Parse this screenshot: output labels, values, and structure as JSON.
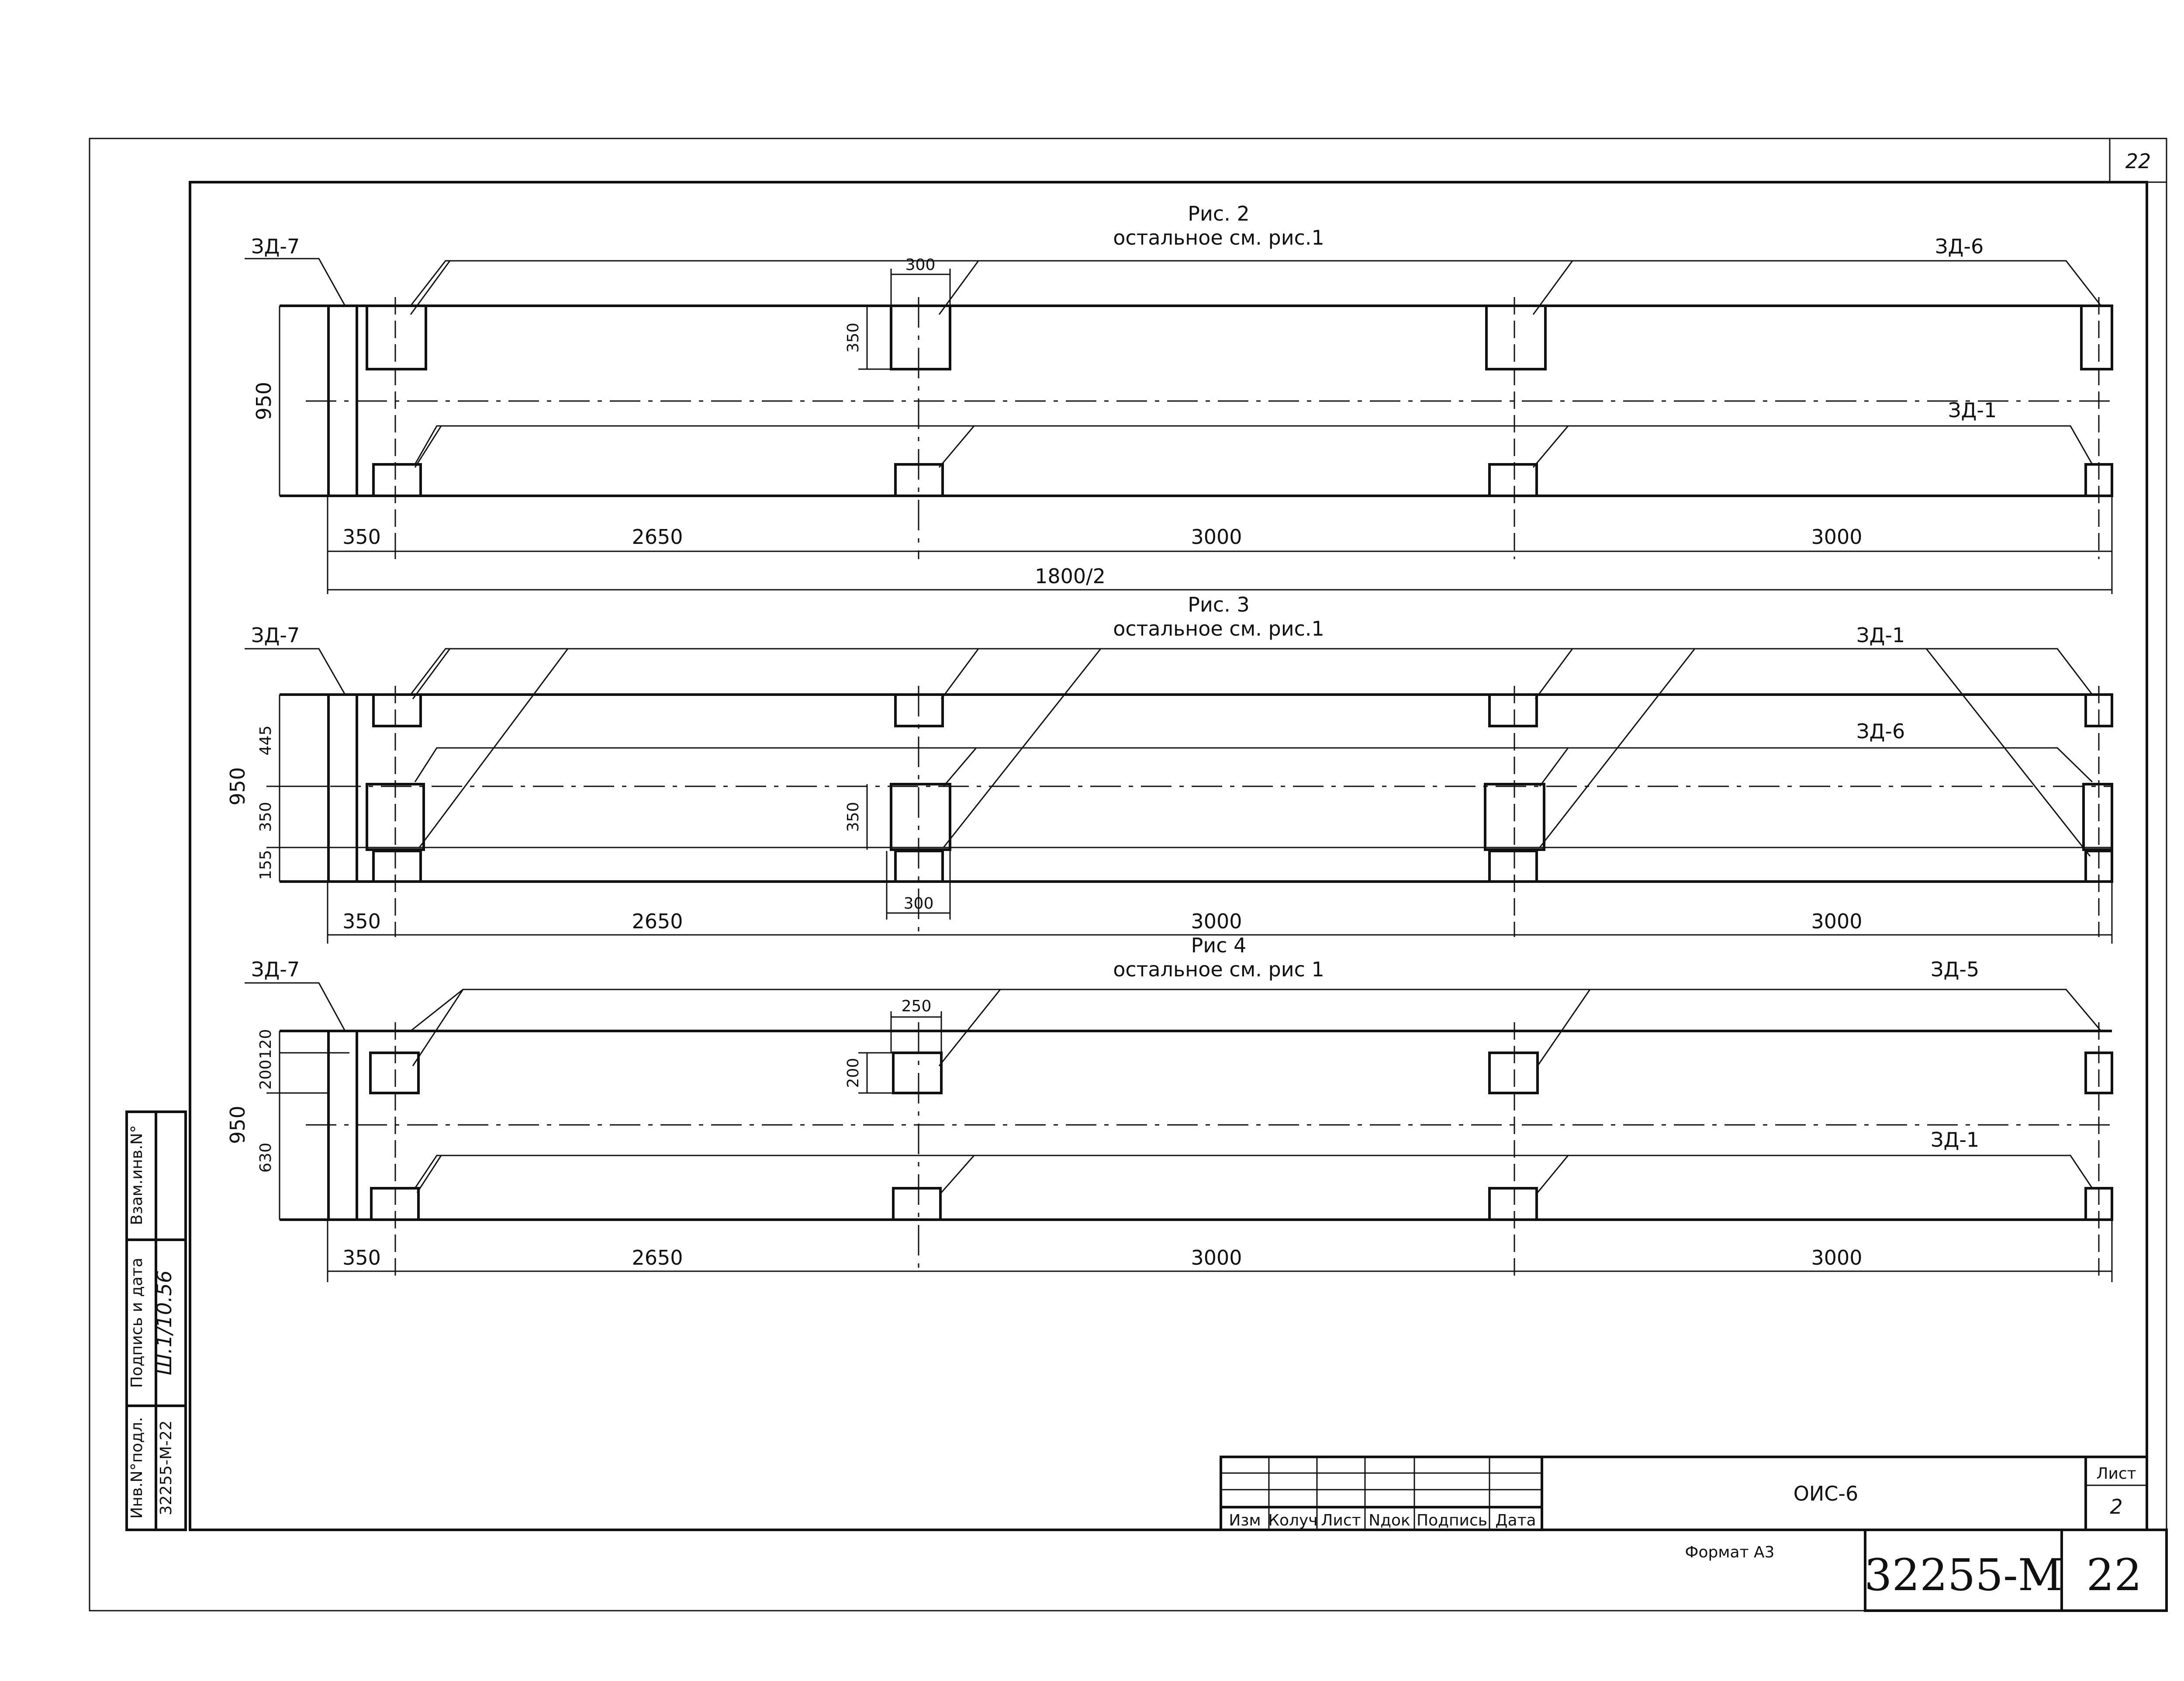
{
  "sheet_corner_number": "22",
  "figures": [
    {
      "title": "Рис. 2",
      "subtitle": "остальное см. рис.1",
      "labels": {
        "left": "ЗД-7",
        "top_right": "ЗД-6",
        "mid_right": "ЗД-1"
      },
      "dims": {
        "height": "950",
        "box_h": "350",
        "box_w": "300",
        "spans": [
          "350",
          "2650",
          "3000",
          "3000"
        ],
        "total": "1800/2"
      }
    },
    {
      "title": "Рис. 3",
      "subtitle": "остальное см. рис.1",
      "labels": {
        "left": "ЗД-7",
        "top_right": "ЗД-1",
        "mid_right": "ЗД-6"
      },
      "dims": {
        "height": "950",
        "v1": "445",
        "v2": "350",
        "v3": "155",
        "box_h": "350",
        "box_w": "300",
        "spans": [
          "350",
          "2650",
          "3000",
          "3000"
        ]
      }
    },
    {
      "title": "Рис 4",
      "subtitle": "остальное см. рис 1",
      "labels": {
        "left": "ЗД-7",
        "top_right": "ЗД-5",
        "mid_right": "ЗД-1"
      },
      "dims": {
        "height": "950",
        "v1": "120",
        "v2": "200",
        "v3": "630",
        "box_h": "200",
        "box_w": "250",
        "spans": [
          "350",
          "2650",
          "3000",
          "3000"
        ]
      }
    }
  ],
  "side_stamp": {
    "inv_podl_label": "Инв.N°подл.",
    "inv_podl_value": "32255-М-22",
    "sign_label": "Подпись и дата",
    "sign_value": "Ш.1/10.56",
    "vzam_label": "Взам.инв.N°"
  },
  "title_block": {
    "cols": [
      "Изм",
      "Колуч",
      "Лист",
      "Nдок",
      "Подпись",
      "Дата"
    ],
    "doc_code": "ОИС-6",
    "sheet_label": "Лист",
    "sheet_num": "2"
  },
  "format_label": "Формат А3",
  "doc_number": "32255-М",
  "page_number": "22"
}
